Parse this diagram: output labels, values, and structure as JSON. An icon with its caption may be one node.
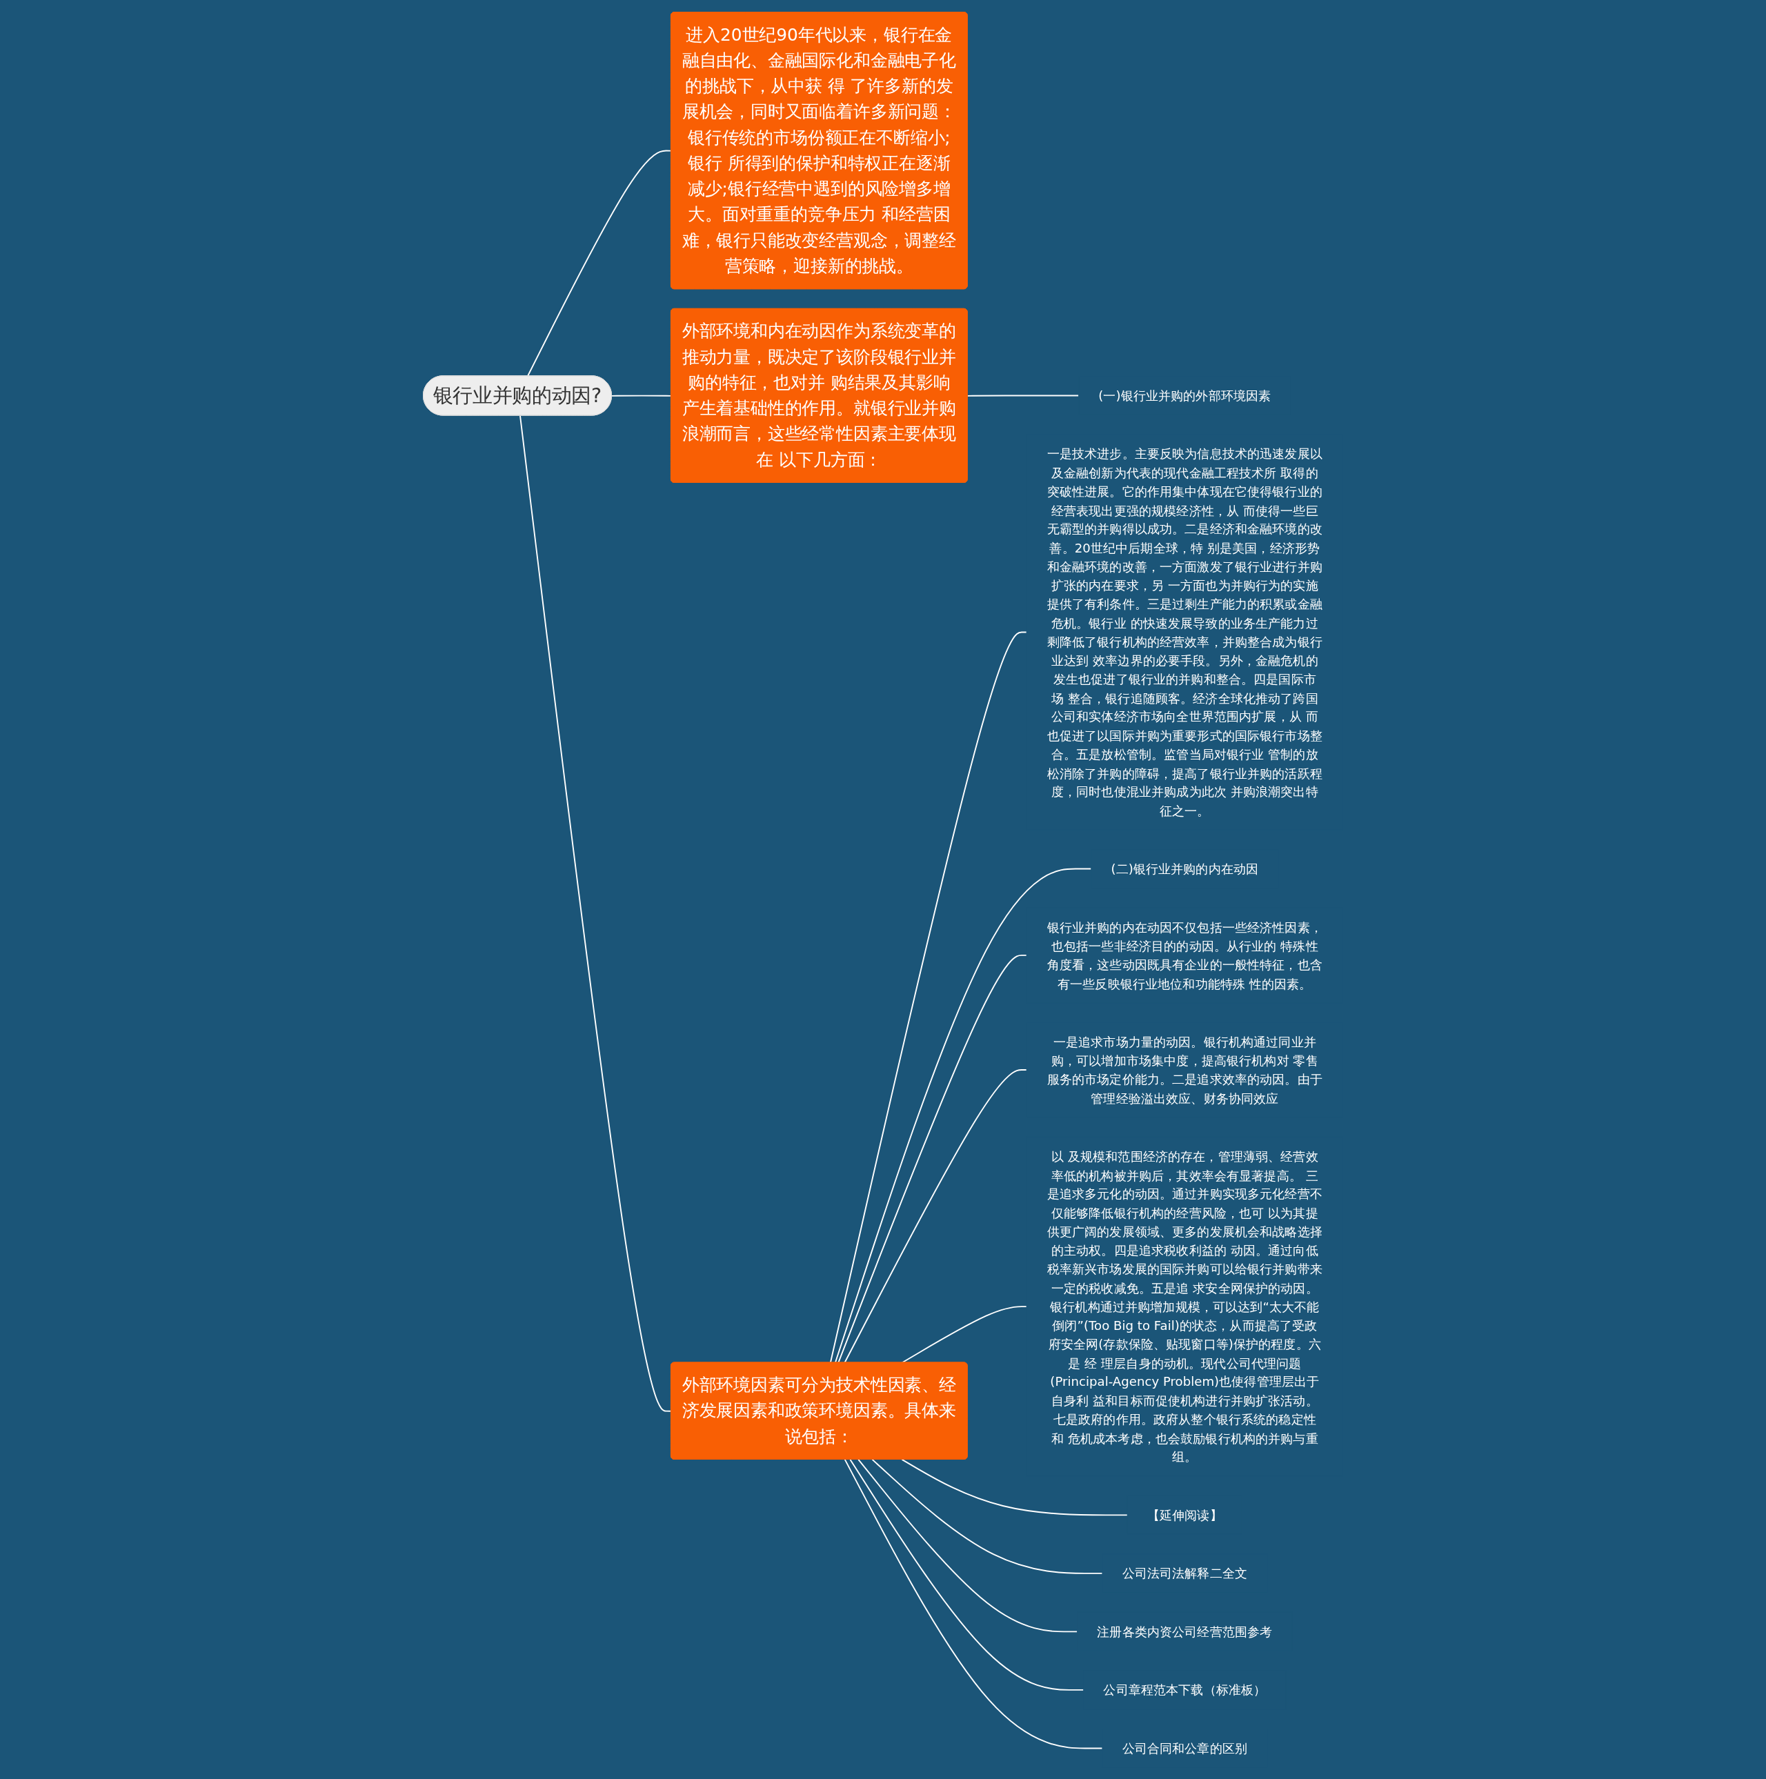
{
  "diagram": {
    "nodes": [
      {
        "text": [
          "银行业并购的动因?"
        ]
      },
      {
        "text": [
          "进入20世纪90年代以来，银行在金融自由化、金融国际化和金融电子化的挑战下，从中获 得 了许多新的发展机会，同时又面临着许多新问题：银行传统的市场份额正在不断缩小;银行 所得到的保护和特权正在逐渐减少;银行经营中遇到的风险增多增大。面对重重的竞争压力 和经营困难，银行只能改变经营观念，调整经营策略，迎接新的挑战。"
        ]
      },
      {
        "text": [
          "外部环境和内在动因作为系统变革的推动力量，既决定了该阶段银行业并购的特征，也对并 购结果及其影响产生着基础性的作用。就银行业并购浪潮而言，这些经常性因素主要体现在 以下几方面："
        ]
      },
      {
        "text": [
          "外部环境因素可分为技术性因素、经济发展因素和政策环境因素。具体来说包括："
        ]
      },
      {
        "text": [
          "(一)银行业并购的外部环境因素"
        ]
      },
      {
        "text": [
          "一是技术进步。主要反映为信息技术的迅速发展以及金融创新为代表的现代金融工程技术所 取得的突破性进展。它的作用集中体现在它使得银行业的经营表现出更强的规模经济性，从 而使得一些巨无霸型的并购得以成功。二是经济和金融环境的改善。20世纪中后期全球，特 别是美国，经济形势和金融环境的改善，一方面激发了银行业进行并购扩张的内在要求，另 一方面也为并购行为的实施提供了有利条件。三是过剩生产能力的积累或金融危机。银行业 的快速发展导致的业务生产能力过剩降低了银行机构的经营效率，并购整合成为银行业达到 效率边界的必要手段。另外，金融危机的发生也促进了银行业的并购和整合。四是国际市场 整合，银行追随顾客。经济全球化推动了跨国公司和实体经济市场向全世界范围内扩展，从 而也促进了以国际并购为重要形式的国际银行市场整合。五是放松管制。监管当局对银行业 管制的放松消除了并购的障碍，提高了银行业并购的活跃程度，同时也使混业并购成为此次 并购浪潮突出特征之一。"
        ]
      },
      {
        "text": [
          "(二)银行业并购的内在动因"
        ]
      },
      {
        "text": [
          "银行业并购的内在动因不仅包括一些经济性因素，也包括一些非经济目的的动因。从行业的 特殊性角度看，这些动因既具有企业的一般性特征，也含有一些反映银行业地位和功能特殊 性的因素。"
        ]
      },
      {
        "text": [
          "一是追求市场力量的动因。银行机构通过同业并购，可以增加市场集中度，提高银行机构对 零售服务的市场定价能力。二是追求效率的动因。由于管理经验溢出效应、财务协同效应"
        ]
      },
      {
        "text": [
          "以 及规模和范围经济的存在，管理薄弱、经营效率低的机构被并购后，其效率会有显著提高。 三是追求多元化的动因。通过并购实现多元化经营不仅能够降低银行机构的经营风险，也可 以为其提供更广阔的发展领域、更多的发展机会和战略选择的主动权。四是追求税收利益的 动因。通过向低税率新兴市场发展的国际并购可以给银行并购带来一定的税收减免。五是追 求安全网保护的动因。银行机构通过并购增加规模，可以达到“太大不能倒闭”(Too Big to Fail)的状态，从而提高了受政府安全网(存款保险、贴现窗口等)保护的程度。六是 经 理层自身的动机。现代公司代理问题(Principal-Agency Problem)也使得管理层出于自身利 益和目标而促使机构进行并购扩张活动。七是政府的作用。政府从整个银行系统的稳定性和 危机成本考虑，也会鼓励银行机构的并购与重组。"
        ]
      },
      {
        "text": [
          "【延伸阅读】"
        ]
      },
      {
        "text": [
          "公司法司法解释二全文"
        ]
      },
      {
        "text": [
          "注册各类内资公司经营范围参考"
        ]
      },
      {
        "text": [
          "公司章程范本下载（标准板）"
        ]
      },
      {
        "text": [
          "公司合同和公章的区别"
        ]
      }
    ],
    "edges": [
      {
        "from": 0,
        "to": 1,
        "arrow": "none"
      },
      {
        "from": 0,
        "to": 2,
        "arrow": "none"
      },
      {
        "from": 0,
        "to": 3,
        "arrow": "none"
      },
      {
        "from": 2,
        "to": 4,
        "arrow": "none"
      },
      {
        "from": 3,
        "to": 5,
        "arrow": "none"
      },
      {
        "from": 3,
        "to": 6,
        "arrow": "none"
      },
      {
        "from": 3,
        "to": 7,
        "arrow": "none"
      },
      {
        "from": 3,
        "to": 8,
        "arrow": "none"
      },
      {
        "from": 3,
        "to": 9,
        "arrow": "none"
      },
      {
        "from": 3,
        "to": 10,
        "arrow": "none"
      },
      {
        "from": 3,
        "to": 11,
        "arrow": "none"
      },
      {
        "from": 3,
        "to": 12,
        "arrow": "none"
      },
      {
        "from": 3,
        "to": 13,
        "arrow": "none"
      },
      {
        "from": 3,
        "to": 14,
        "arrow": "none"
      }
    ]
  }
}
